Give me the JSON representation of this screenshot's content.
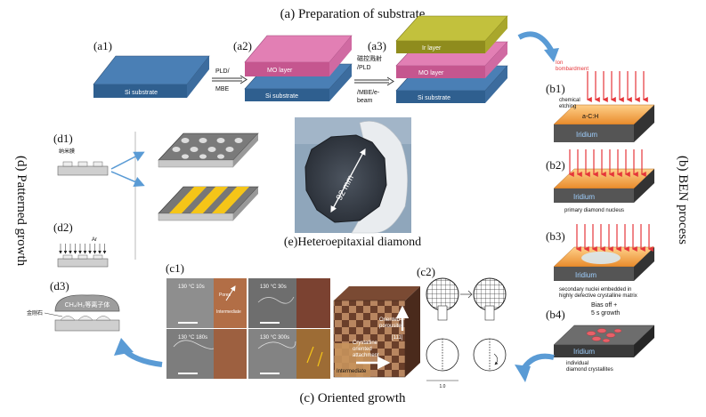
{
  "titles": {
    "a": "(a) Preparation of substrate",
    "b": "(b) BEN process",
    "c": "(c) Oriented growth",
    "d": "(d) Patterned growth",
    "e": "(e)Heteroepitaxial diamond"
  },
  "panels": {
    "a1": "(a1)",
    "a2": "(a2)",
    "a3": "(a3)",
    "b1": "(b1)",
    "b2": "(b2)",
    "b3": "(b3)",
    "b4": "(b4)",
    "c1": "(c1)",
    "c2": "(c2)",
    "d1": "(d1)",
    "d2": "(d2)",
    "d3": "(d3)"
  },
  "layers": {
    "si": "Si substrate",
    "mo": "MO layer",
    "ir": "Ir layer"
  },
  "arrows": {
    "a12_top": "PLD/",
    "a12_bot": "MBE",
    "a23_l1": "磁控溅射",
    "a23_l2": "/PLD",
    "a23_l3": "/MBE/e-",
    "a23_l4": "beam"
  },
  "ben": {
    "ion": "Ion",
    "bomb": "bombardment",
    "chem1": "chemical",
    "chem2": "etching",
    "ach": "a-C:H",
    "iridium": "Iridium",
    "primary": "primary diamond nucleus",
    "secondary1": "secondary nuclei embedded in",
    "secondary2": "highly defective crystalline matrix",
    "bias1": "Bias off +",
    "bias2": "5 s growth",
    "indiv1": "individual",
    "indiv2": "diamond crystallites"
  },
  "pattern": {
    "d1_label": "纳米膜",
    "d2_label": "Ar",
    "d3_plasma": "CH₄/H₂等离子体",
    "d3_label": "金刚石"
  },
  "diamond": {
    "size": "92 mm"
  },
  "oriented": {
    "t1": "130 °C 10s",
    "t2": "130 °C 30s",
    "t3": "130 °C 180s",
    "t4": "130 °C 300s",
    "pores": "Pores",
    "intermediate": "Intermediate",
    "oriented_porous1": "Oriented-",
    "oriented_porous2": "porousite",
    "dir": "[111]",
    "crystalline1": "Crystalline",
    "crystalline2": "oriented",
    "crystalline3": "attachment",
    "inter2": "Intermediate",
    "scale": "1.0"
  },
  "colors": {
    "si_top": "#4a7fb5",
    "si_front": "#2f5f8f",
    "si_side": "#3c6c9e",
    "mo_top": "#e27fb4",
    "mo_front": "#c5568f",
    "mo_side": "#d06aa2",
    "ir_top": "#c2c13d",
    "ir_front": "#8f8c1d",
    "ir_side": "#a9a72c",
    "blue_arrow": "#5a9bd5",
    "red_arrow": "#e5363a",
    "orange": "#f0a24a"
  }
}
